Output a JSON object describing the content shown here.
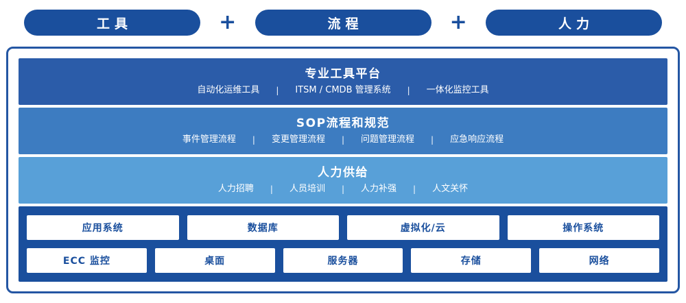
{
  "header": {
    "pills": [
      "工具",
      "流程",
      "人力"
    ],
    "plus": "+"
  },
  "separator": "|",
  "bands": [
    {
      "title": "专业工具平台",
      "items": [
        "自动化运维工具",
        "ITSM / CMDB 管理系统",
        "一体化监控工具"
      ]
    },
    {
      "title": "SOP流程和规范",
      "items": [
        "事件管理流程",
        "变更管理流程",
        "问题管理流程",
        "应急响应流程"
      ]
    },
    {
      "title": "人力供给",
      "items": [
        "人力招聘",
        "人员培训",
        "人力补强",
        "人文关怀"
      ]
    }
  ],
  "infrastructure": {
    "row1": [
      "应用系统",
      "数据库",
      "虚拟化/云",
      "操作系统"
    ],
    "row2": [
      "ECC 监控",
      "桌面",
      "服务器",
      "存储",
      "网络"
    ]
  },
  "colors": {
    "pill_bg": "#1a4f9d",
    "plus": "#1a4f9d",
    "band1_bg": "#2b5ca9",
    "band2_bg": "#3d7cc1",
    "band3_bg": "#58a0d8",
    "bottom_bg": "#1a4f9d",
    "box_text": "#1a4f9d",
    "container_border": "#2456a3"
  }
}
